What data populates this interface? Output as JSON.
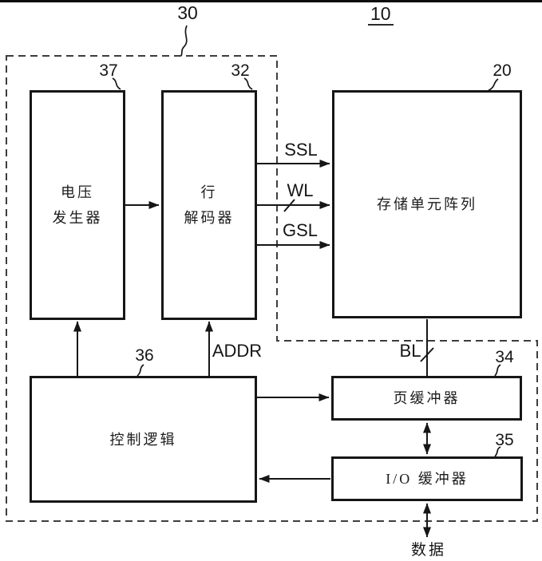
{
  "header": {
    "figure_ref": "10",
    "assembly_ref": "30"
  },
  "blocks": {
    "voltage_generator": {
      "ref": "37",
      "line1": "电压",
      "line2": "发生器"
    },
    "row_decoder": {
      "ref": "32",
      "line1": "行",
      "line2": "解码器"
    },
    "memory_cell_array": {
      "ref": "20",
      "label": "存储单元阵列"
    },
    "control_logic": {
      "ref": "36",
      "label": "控制逻辑"
    },
    "page_buffer": {
      "ref": "34",
      "label": "页缓冲器"
    },
    "io_buffer": {
      "ref": "35",
      "label": "I/O 缓冲器"
    }
  },
  "signals": {
    "ssl": "SSL",
    "wl": "WL",
    "gsl": "GSL",
    "addr": "ADDR",
    "bl": "BL",
    "data": "数据"
  },
  "colors": {
    "line": "#1a1a1a",
    "dash": "#3d3d3d",
    "background": "#ffffff"
  }
}
